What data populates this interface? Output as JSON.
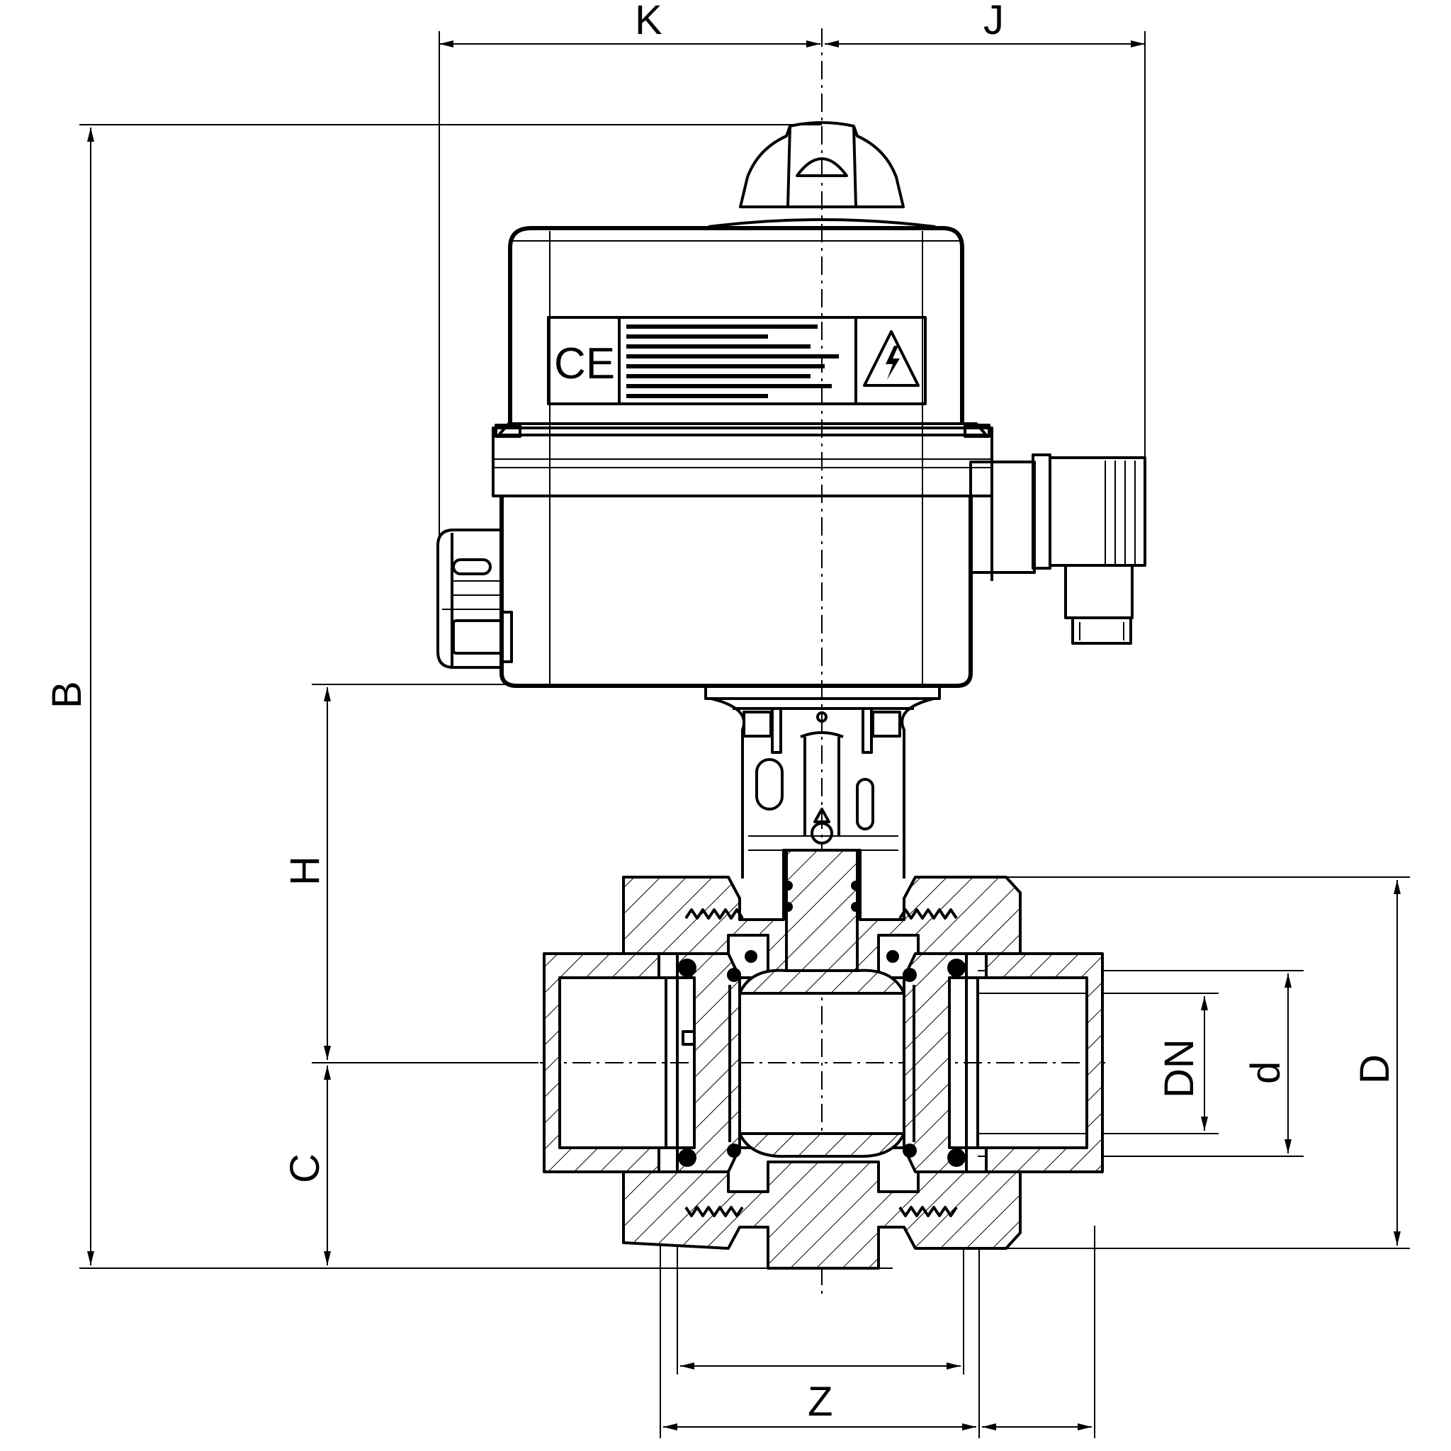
{
  "dimensions": {
    "K": "K",
    "J": "J",
    "B": "B",
    "H": "H",
    "C": "C",
    "Z": "Z",
    "DN": "DN",
    "d": "d",
    "D": "D"
  },
  "label": {
    "ce_mark": "CE",
    "warning_symbol": "electric-hazard-icon"
  }
}
